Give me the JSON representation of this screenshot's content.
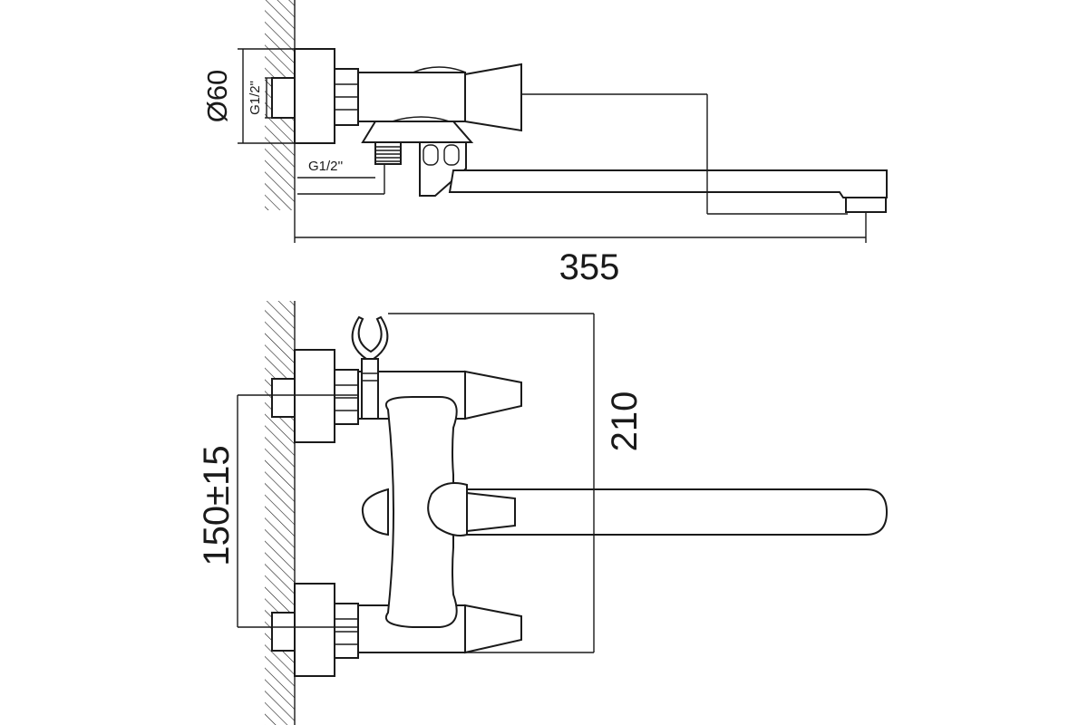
{
  "dimensions": {
    "diameter": "Ø60",
    "thread_vertical": "G1/2\"",
    "thread_horizontal": "G1/2''",
    "total_length": "355",
    "height": "210",
    "inlet_spacing": "150±15"
  }
}
